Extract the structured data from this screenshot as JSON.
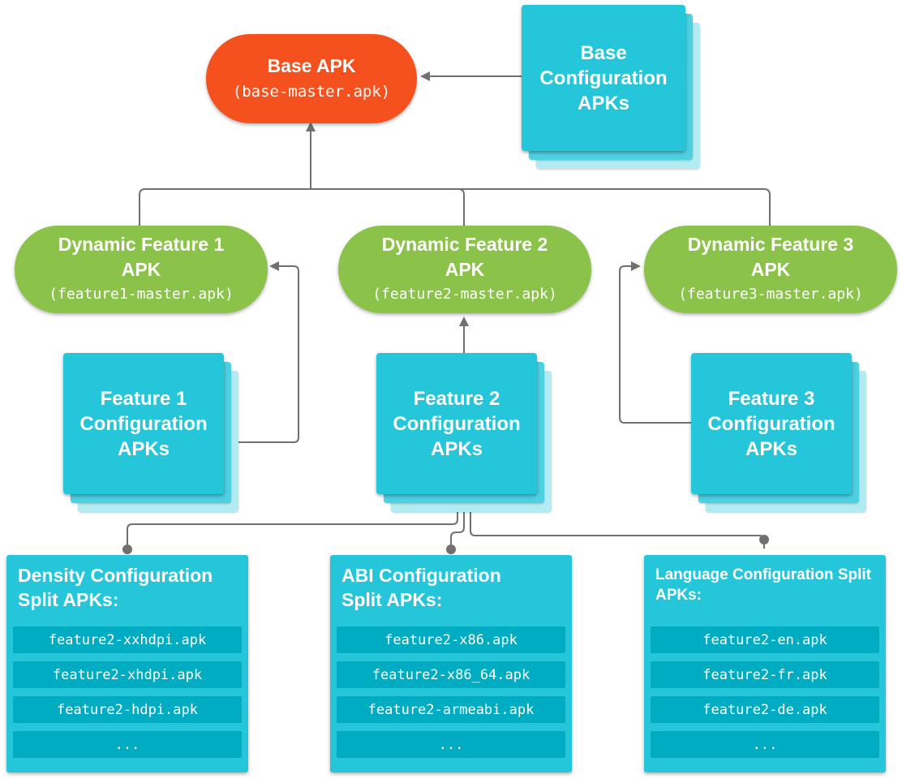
{
  "base_apk": {
    "title": "Base APK",
    "file": "(base-master.apk)"
  },
  "base_config": {
    "label": "Base Configuration APKs"
  },
  "features": [
    {
      "title": "Dynamic Feature 1 APK",
      "file": "(feature1-master.apk)"
    },
    {
      "title": "Dynamic Feature 2 APK",
      "file": "(feature2-master.apk)"
    },
    {
      "title": "Dynamic Feature 3 APK",
      "file": "(feature3-master.apk)"
    }
  ],
  "feature_configs": [
    {
      "label": "Feature 1 Configuration APKs"
    },
    {
      "label": "Feature 2 Configuration APKs"
    },
    {
      "label": "Feature 3 Configuration APKs"
    }
  ],
  "splits": [
    {
      "title": "Density Configuration Split APKs:",
      "items": [
        "feature2-xxhdpi.apk",
        "feature2-xhdpi.apk",
        "feature2-hdpi.apk",
        "..."
      ]
    },
    {
      "title": "ABI Configuration Split APKs:",
      "items": [
        "feature2-x86.apk",
        "feature2-x86_64.apk",
        "feature2-armeabi.apk",
        "..."
      ]
    },
    {
      "title": "Language Configuration Split APKs:",
      "items": [
        "feature2-en.apk",
        "feature2-fr.apk",
        "feature2-de.apk",
        "..."
      ]
    }
  ],
  "colors": {
    "base": "#f4511e",
    "feature": "#8bc34a",
    "config": "#26c6da",
    "split_row": "#00acc1",
    "connector": "#707070"
  }
}
